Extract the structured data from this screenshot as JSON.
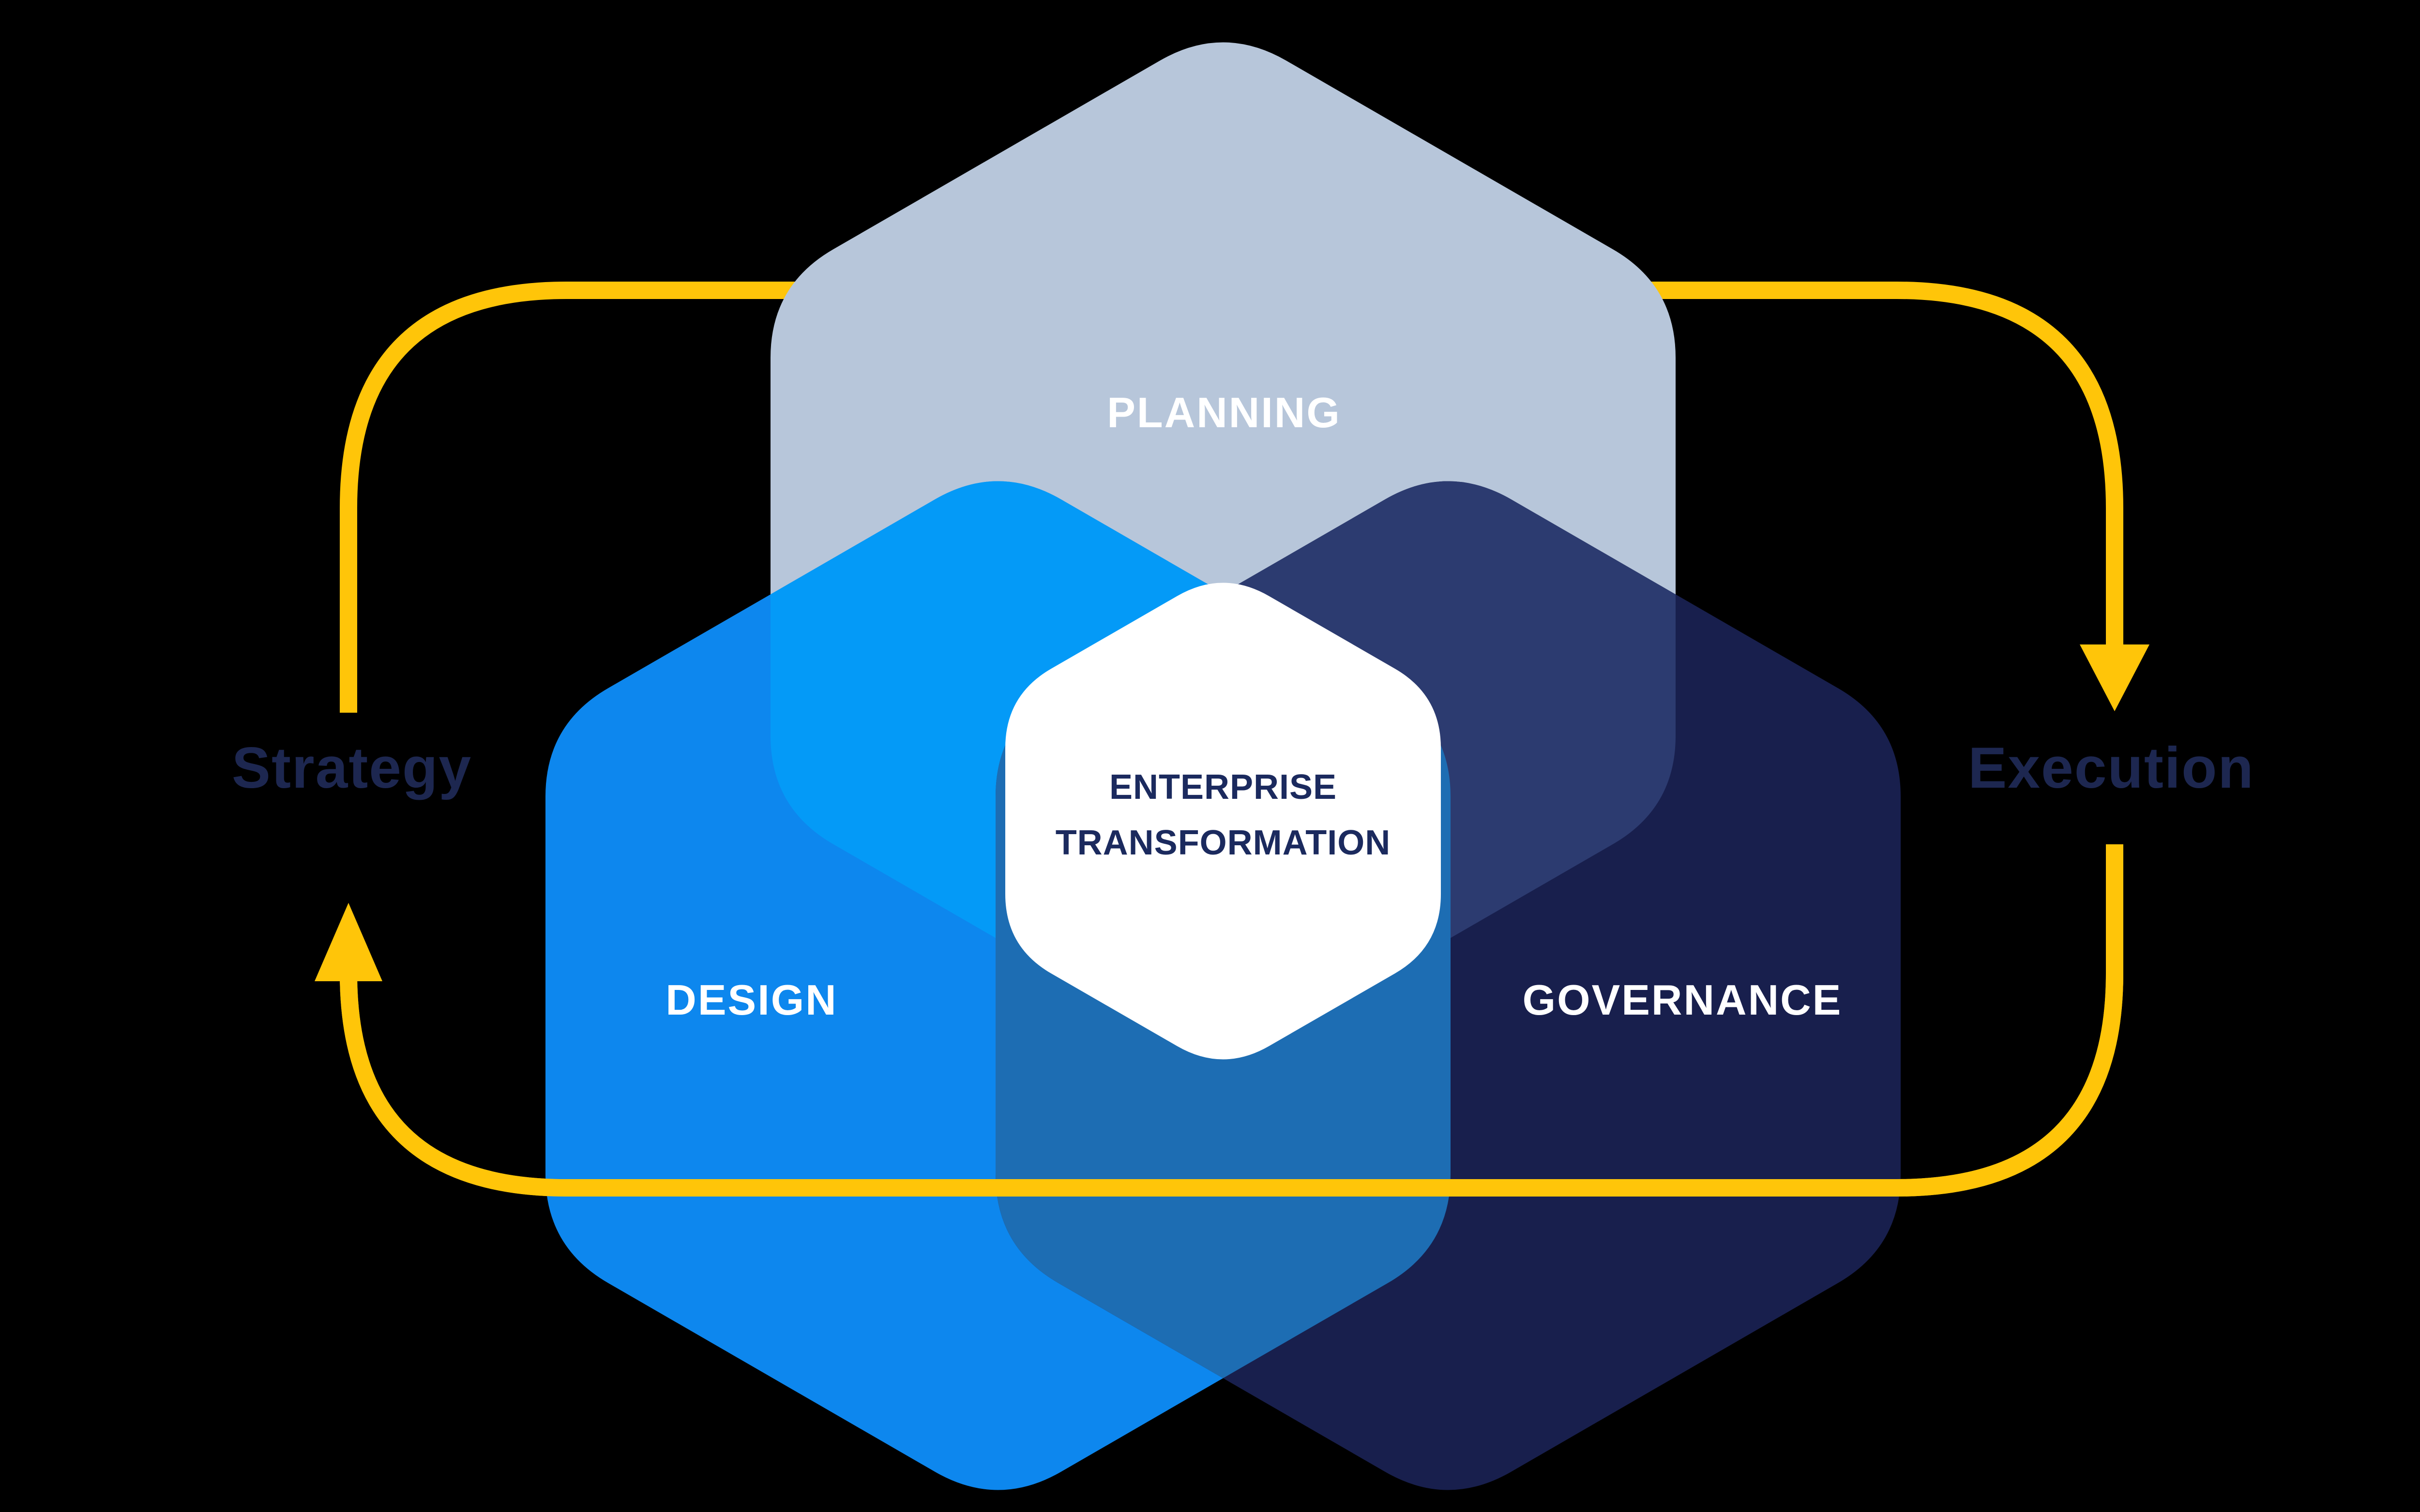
{
  "diagram": {
    "hexagons": [
      {
        "id": "planning",
        "label": "PLANNING"
      },
      {
        "id": "design",
        "label": "DESIGN"
      },
      {
        "id": "governance",
        "label": "GOVERNANCE"
      }
    ],
    "center_title": {
      "line1": "ENTERPRISE",
      "line2": "TRANSFORMATION"
    },
    "cycle": {
      "left_label": "Strategy",
      "right_label": "Execution"
    },
    "colors": {
      "background": "#000000",
      "planning": "#b7c6da",
      "design": "#0d87ee",
      "planning_design_overlap": "#049af7",
      "governance": "#181f4d",
      "planning_governance_overlap": "#2c3b70",
      "design_governance_overlap": "#1d6db3",
      "center_hex": "#ffffff",
      "center_text": "#1b2a5e",
      "hex_label_text": "#ffffff",
      "cycle_line": "#ffc509",
      "cycle_text": "#1d2750"
    }
  }
}
